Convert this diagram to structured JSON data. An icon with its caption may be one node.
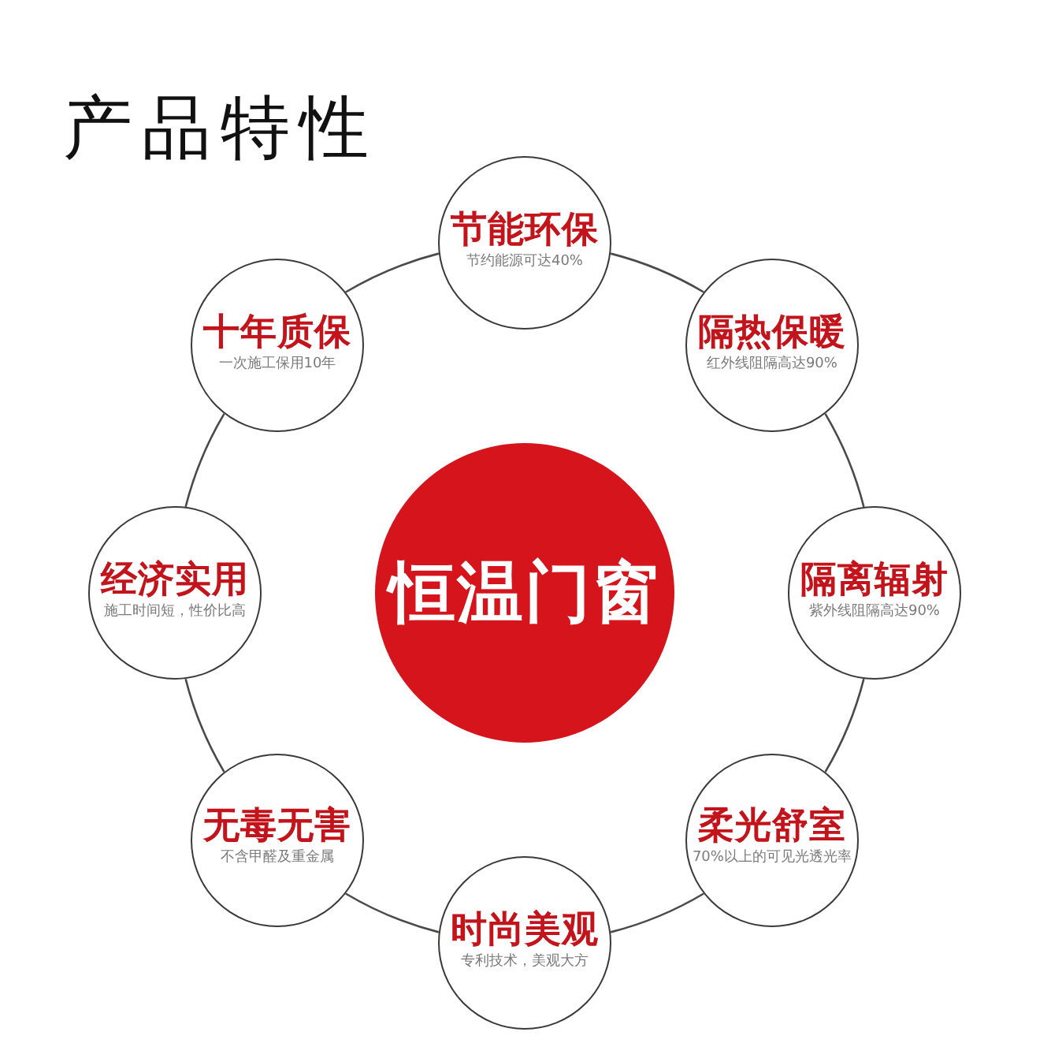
{
  "diagram": {
    "title": "产品特性",
    "nodes": [
      {
        "text": [
          "恒温门窗"
        ]
      },
      {
        "text": [
          "节能环保",
          "节约能源可达40%"
        ]
      },
      {
        "text": [
          "隔热保暖",
          "红外线阻隔高达90%"
        ]
      },
      {
        "text": [
          "隔离辐射",
          "紫外线阻隔高达90%"
        ]
      },
      {
        "text": [
          "柔光舒室",
          "70%以上的可见光透光率"
        ]
      },
      {
        "text": [
          "时尚美观",
          "专利技术，美观大方"
        ]
      },
      {
        "text": [
          "无毒无害",
          "不含甲醛及重金属"
        ]
      },
      {
        "text": [
          "经济实用",
          "施工时间短，性价比高"
        ]
      },
      {
        "text": [
          "十年质保",
          "一次施工保用10年"
        ]
      }
    ],
    "edges": [
      {
        "from": 1,
        "to": 2,
        "arrow": "none"
      },
      {
        "from": 2,
        "to": 3,
        "arrow": "none"
      },
      {
        "from": 3,
        "to": 4,
        "arrow": "none"
      },
      {
        "from": 4,
        "to": 5,
        "arrow": "none"
      },
      {
        "from": 5,
        "to": 6,
        "arrow": "none"
      },
      {
        "from": 6,
        "to": 7,
        "arrow": "none"
      },
      {
        "from": 7,
        "to": 8,
        "arrow": "none"
      },
      {
        "from": 8,
        "to": 1,
        "arrow": "none"
      }
    ]
  }
}
